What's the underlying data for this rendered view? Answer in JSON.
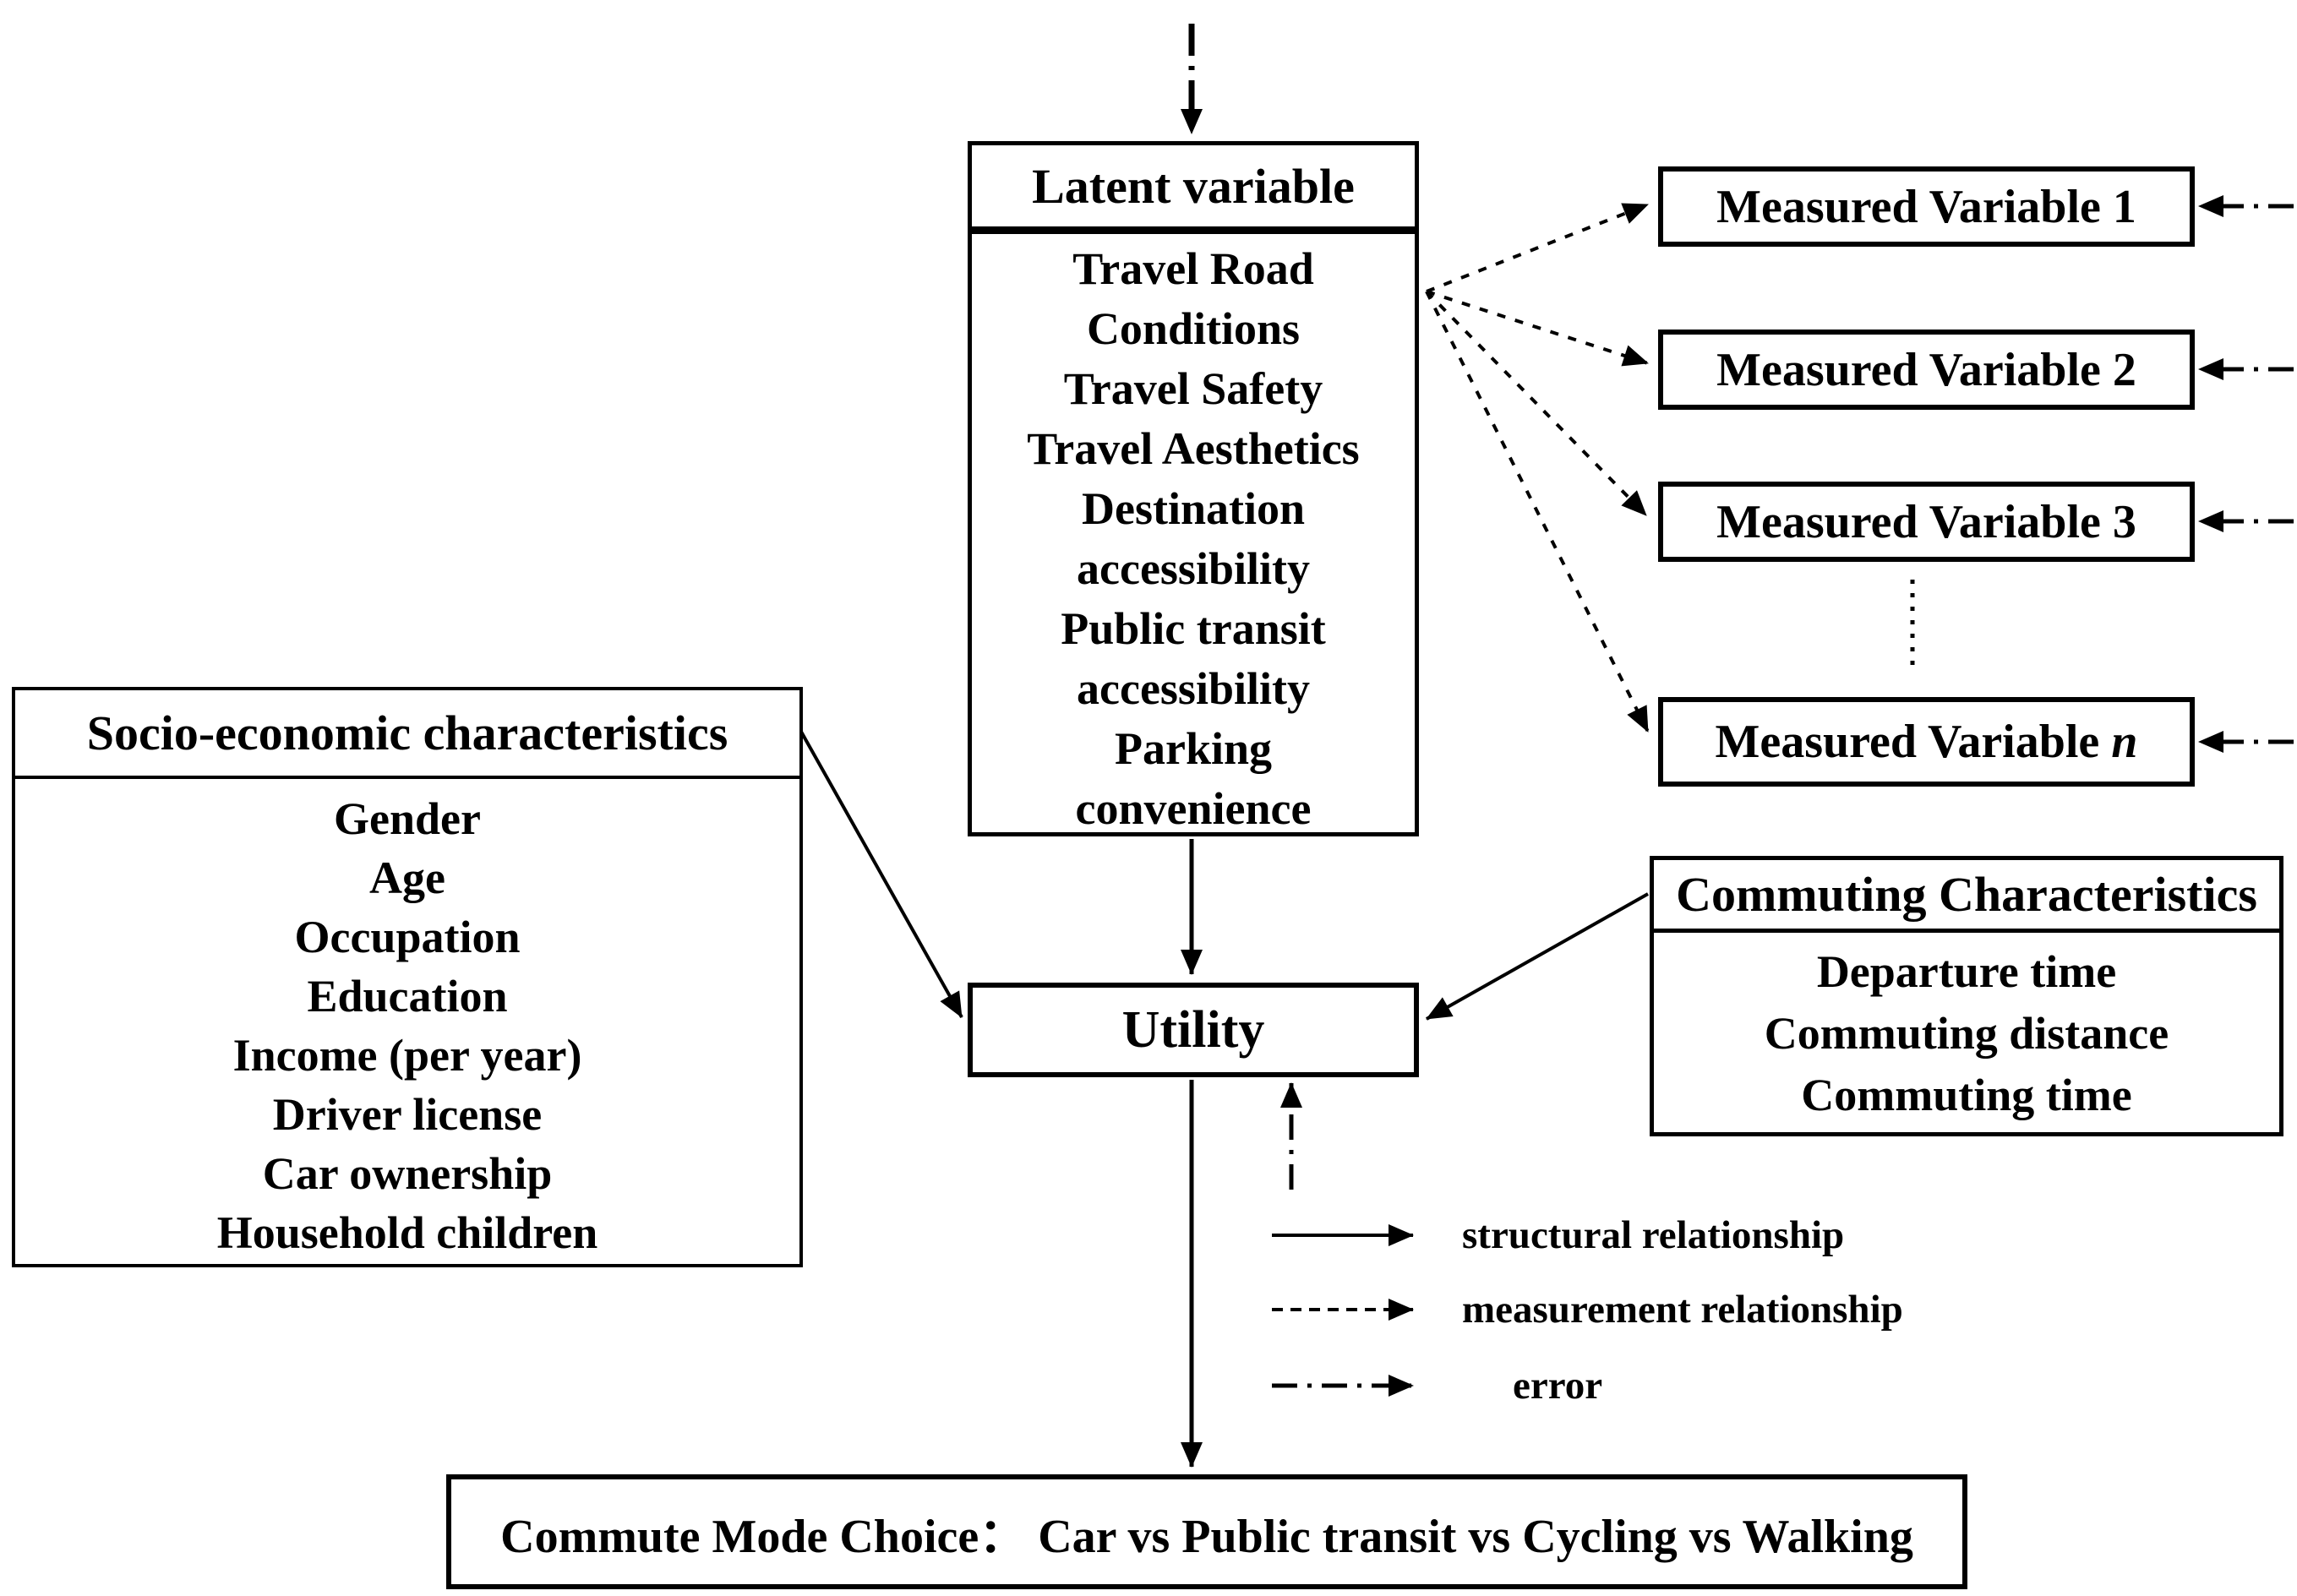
{
  "latent_box": {
    "title": "Latent variable",
    "items": [
      "Travel Road Conditions",
      "Travel Safety",
      "Travel Aesthetics",
      "Destination accessibility",
      "Public transit accessibility",
      "Parking convenience"
    ]
  },
  "measured_boxes": [
    {
      "prefix": "Measured Variable ",
      "suffix": "1",
      "suffix_italic": false
    },
    {
      "prefix": "Measured Variable ",
      "suffix": "2",
      "suffix_italic": false
    },
    {
      "prefix": "Measured Variable ",
      "suffix": "3",
      "suffix_italic": false
    },
    {
      "prefix": "Measured Variable ",
      "suffix": "n",
      "suffix_italic": true
    }
  ],
  "socio_box": {
    "title": "Socio-economic characteristics",
    "items": [
      "Gender",
      "Age",
      "Occupation",
      "Education",
      "Income (per year)",
      "Driver license",
      "Car ownership",
      "Household children"
    ]
  },
  "commuting_box": {
    "title": "Commuting Characteristics",
    "items": [
      "Departure time",
      "Commuting distance",
      "Commuting time"
    ]
  },
  "utility_box": {
    "label": "Utility"
  },
  "outcome_box": {
    "label": "Commute Mode Choice：  Car vs Public transit vs Cycling vs Walking"
  },
  "legend": [
    {
      "style": "solid",
      "label": "structural relationship"
    },
    {
      "style": "dashed",
      "label": "measurement relationship"
    },
    {
      "style": "dashdot",
      "label": "error"
    }
  ],
  "colors": {
    "ink": "#000000",
    "background": "#ffffff"
  }
}
